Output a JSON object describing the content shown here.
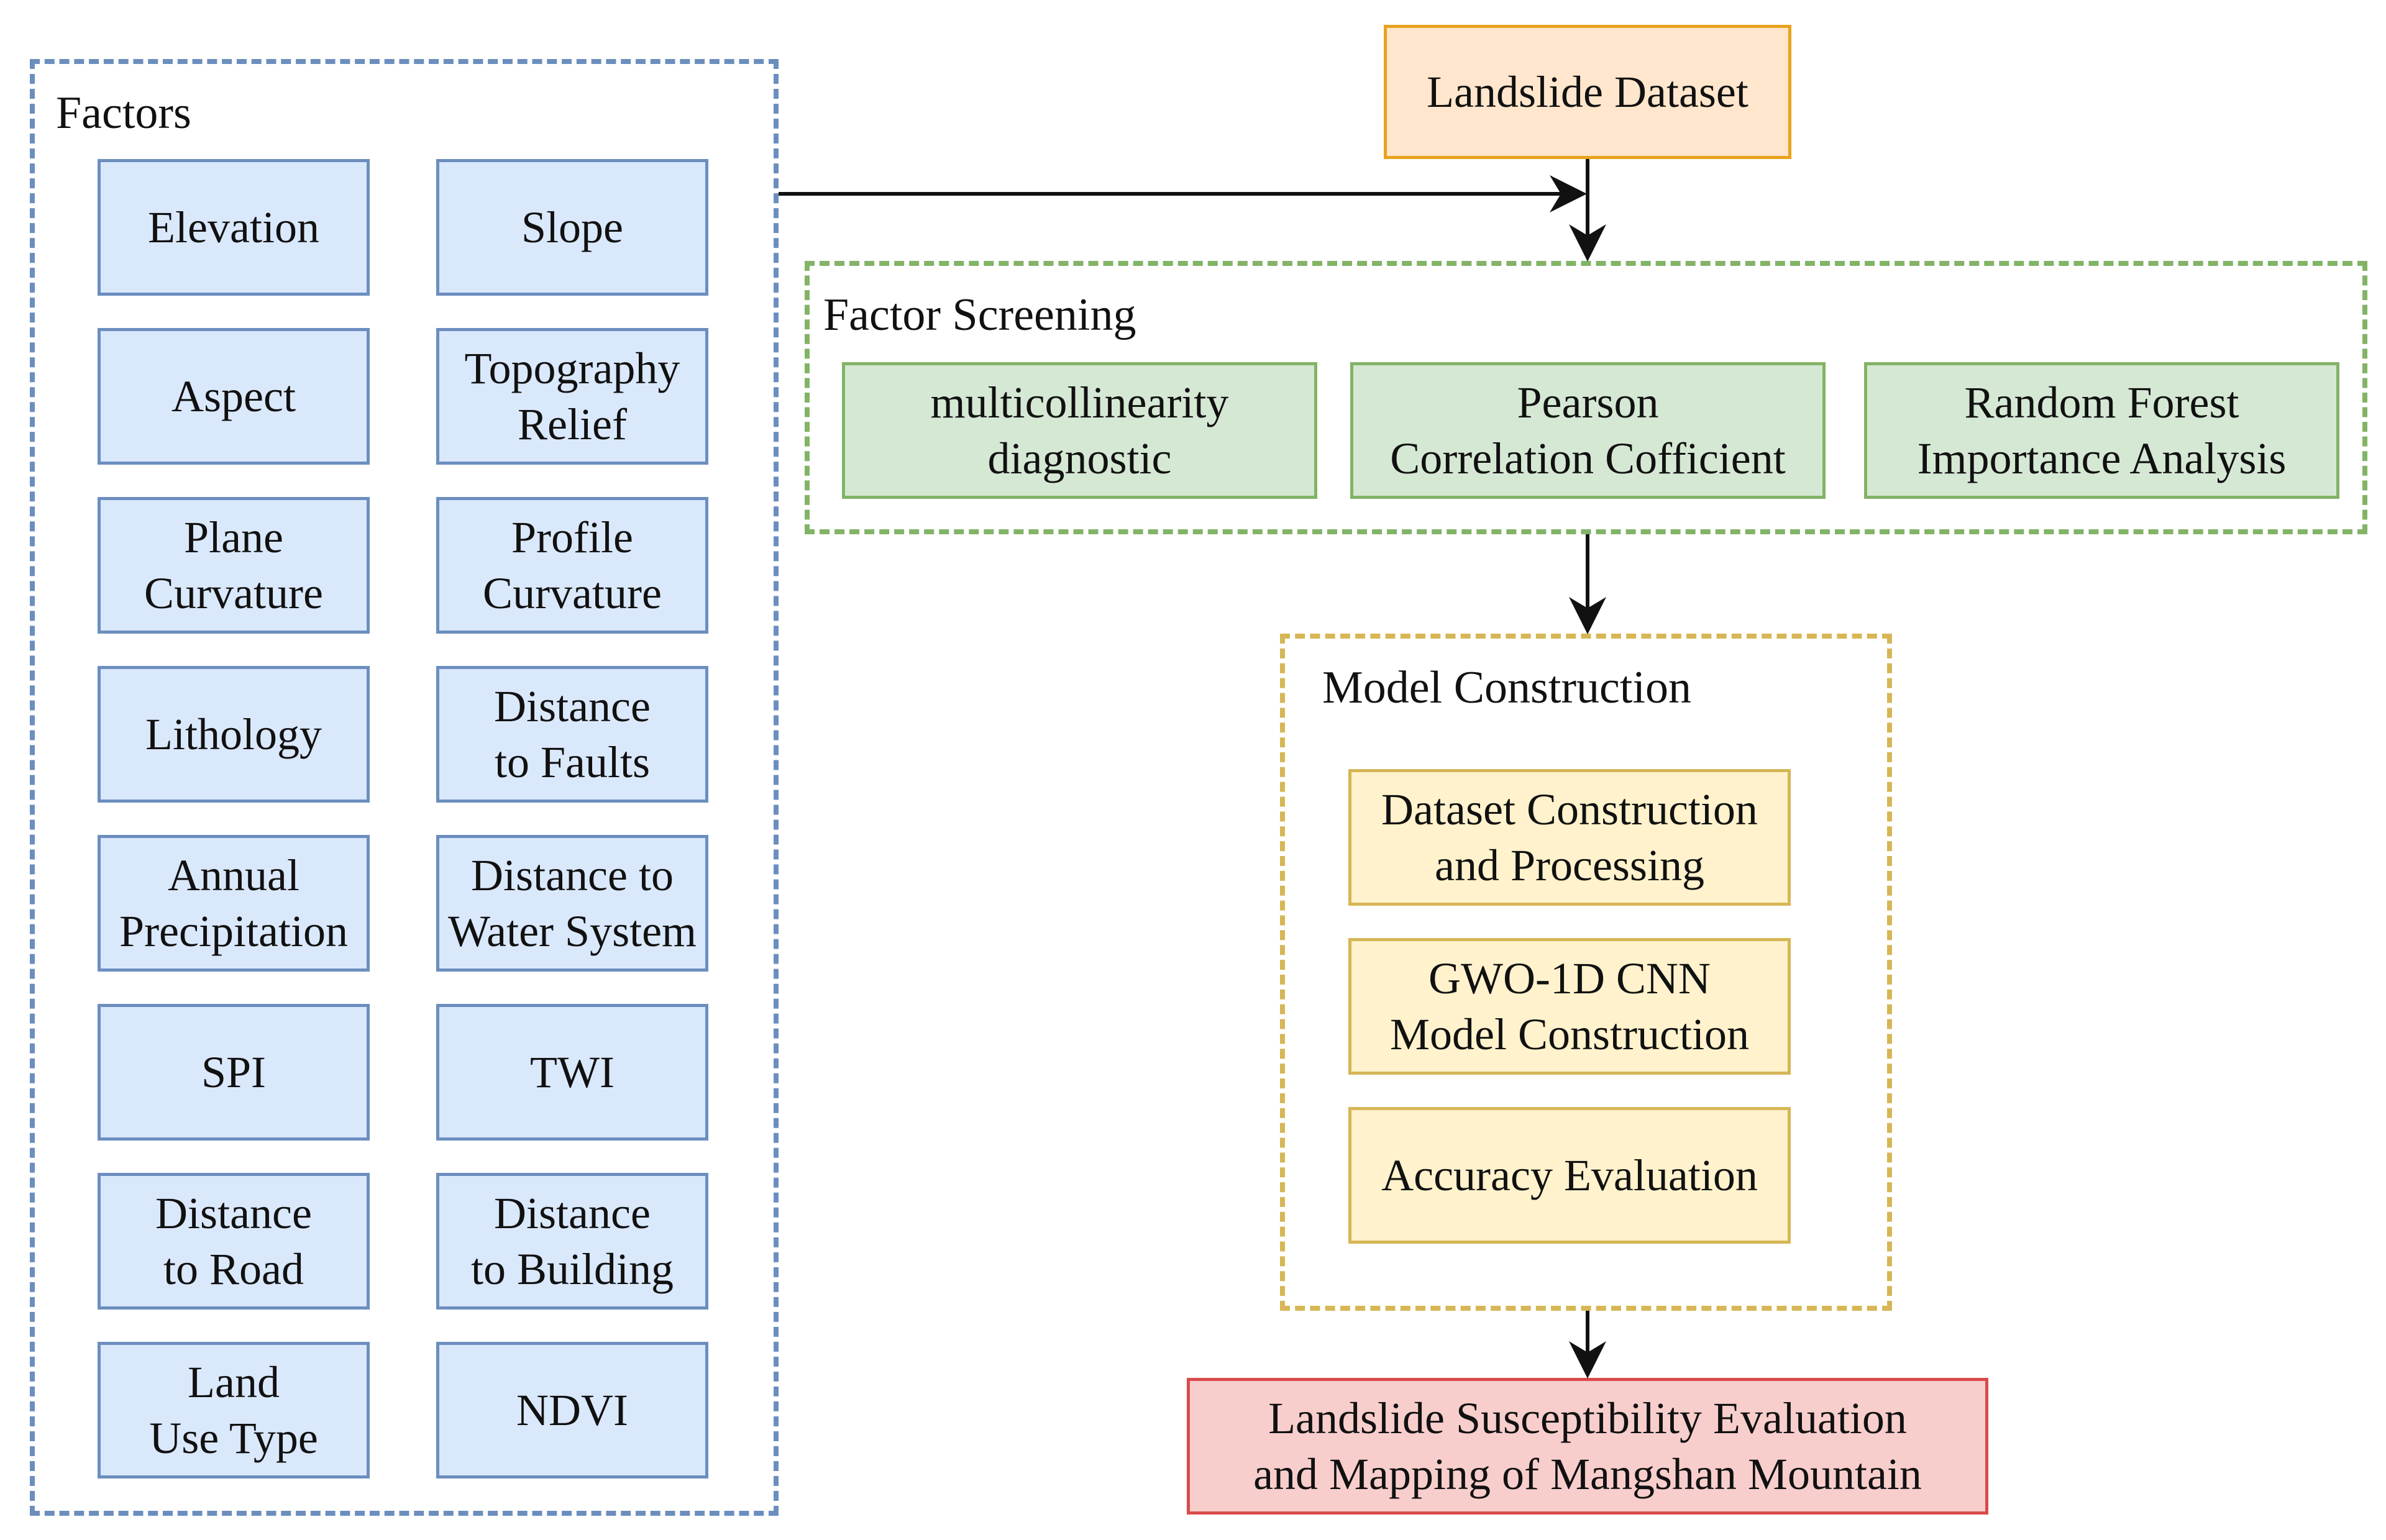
{
  "colors": {
    "factors_border": "#6c8ebf",
    "factor_fill": "#dae8fc",
    "screening_border": "#82b366",
    "screening_fill": "#d5e8d4",
    "model_border": "#d6b656",
    "model_fill": "#fff2cc",
    "dataset_fill": "#ffe6cc",
    "dataset_border": "#e8a21f",
    "output_fill": "#f8cecc",
    "output_border": "#d94b4b"
  },
  "factors": {
    "title": "Factors",
    "items": [
      "Elevation",
      "Slope",
      "Aspect",
      "Topography\nRelief",
      "Plane\nCurvature",
      "Profile\nCurvature",
      "Lithology",
      "Distance\nto Faults",
      "Annual\nPrecipitation",
      "Distance to\nWater System",
      "SPI",
      "TWI",
      "Distance\nto Road",
      "Distance\nto Building",
      "Land\nUse Type",
      "NDVI"
    ]
  },
  "dataset": {
    "label": "Landslide Dataset"
  },
  "screening": {
    "title": "Factor Screening",
    "items": [
      "multicollinearity\ndiagnostic",
      "Pearson\nCorrelation Cofficient",
      "Random Forest\nImportance Analysis"
    ]
  },
  "model": {
    "title": "Model Construction",
    "items": [
      "Dataset Construction\nand Processing",
      "GWO-1D CNN\nModel Construction",
      "Accuracy Evaluation"
    ]
  },
  "output": {
    "label": "Landslide Susceptibility Evaluation\nand Mapping of Mangshan Mountain"
  }
}
